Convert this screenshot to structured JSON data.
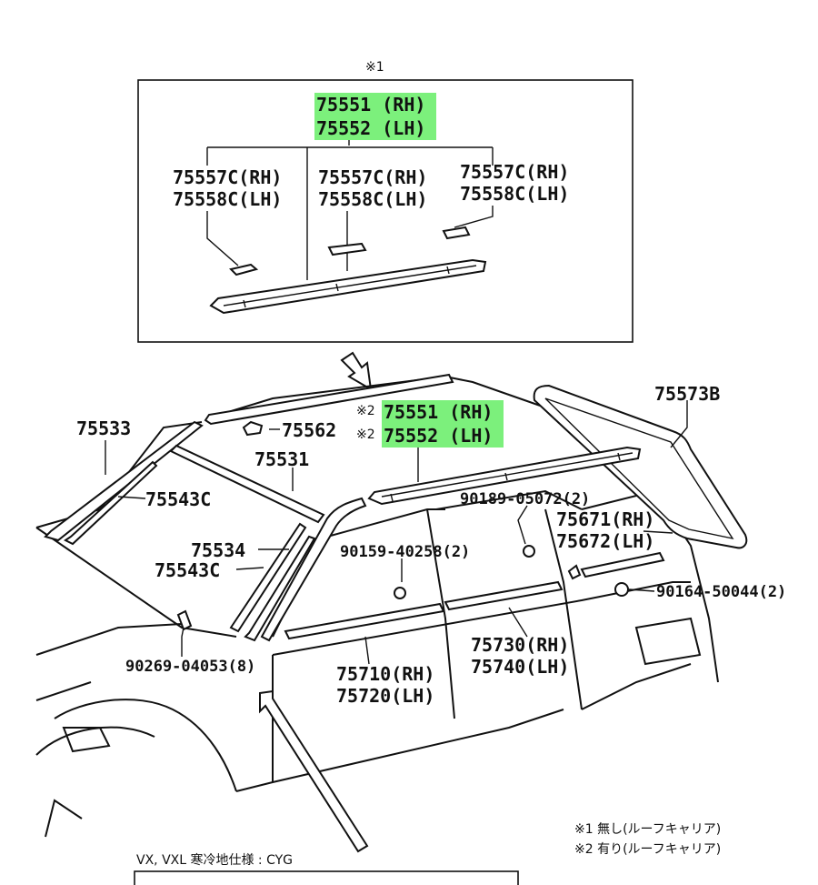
{
  "notes": {
    "top_marker": "※1",
    "legend_1": "※1 無し(ルーフキャリア)",
    "legend_2": "※2 有り(ルーフキャリア)",
    "bottom_label": "VX, VXL 寒冷地仕様 : CYG"
  },
  "highlight_color": "#7CF07C",
  "inset": {
    "rail_rh": "75551 (RH)",
    "rail_lh": "75552 (LH)",
    "cover_left_rh": "75557C(RH)",
    "cover_left_lh": "75558C(LH)",
    "cover_mid_rh": "75557C(RH)",
    "cover_mid_lh": "75558C(LH)",
    "cover_right_rh": "75557C(RH)",
    "cover_right_lh": "75558C(LH)"
  },
  "main": {
    "mark_2a": "※2",
    "mark_2b": "※2",
    "rail_rh": "75551 (RH)",
    "rail_lh": "75552 (LH)",
    "p75573b": "75573B",
    "p75533": "75533",
    "p75562": "75562",
    "p75531": "75531",
    "p75543c_a": "75543C",
    "p75534": "75534",
    "p75543c_b": "75543C",
    "p90189": "90189-05072(2)",
    "p75671": "75671(RH)",
    "p75672": "75672(LH)",
    "p90159": "90159-40258(2)",
    "p90164": "90164-50044(2)",
    "p90269": "90269-04053(8)",
    "p75710": "75710(RH)",
    "p75720": "75720(LH)",
    "p75730": "75730(RH)",
    "p75740": "75740(LH)"
  }
}
